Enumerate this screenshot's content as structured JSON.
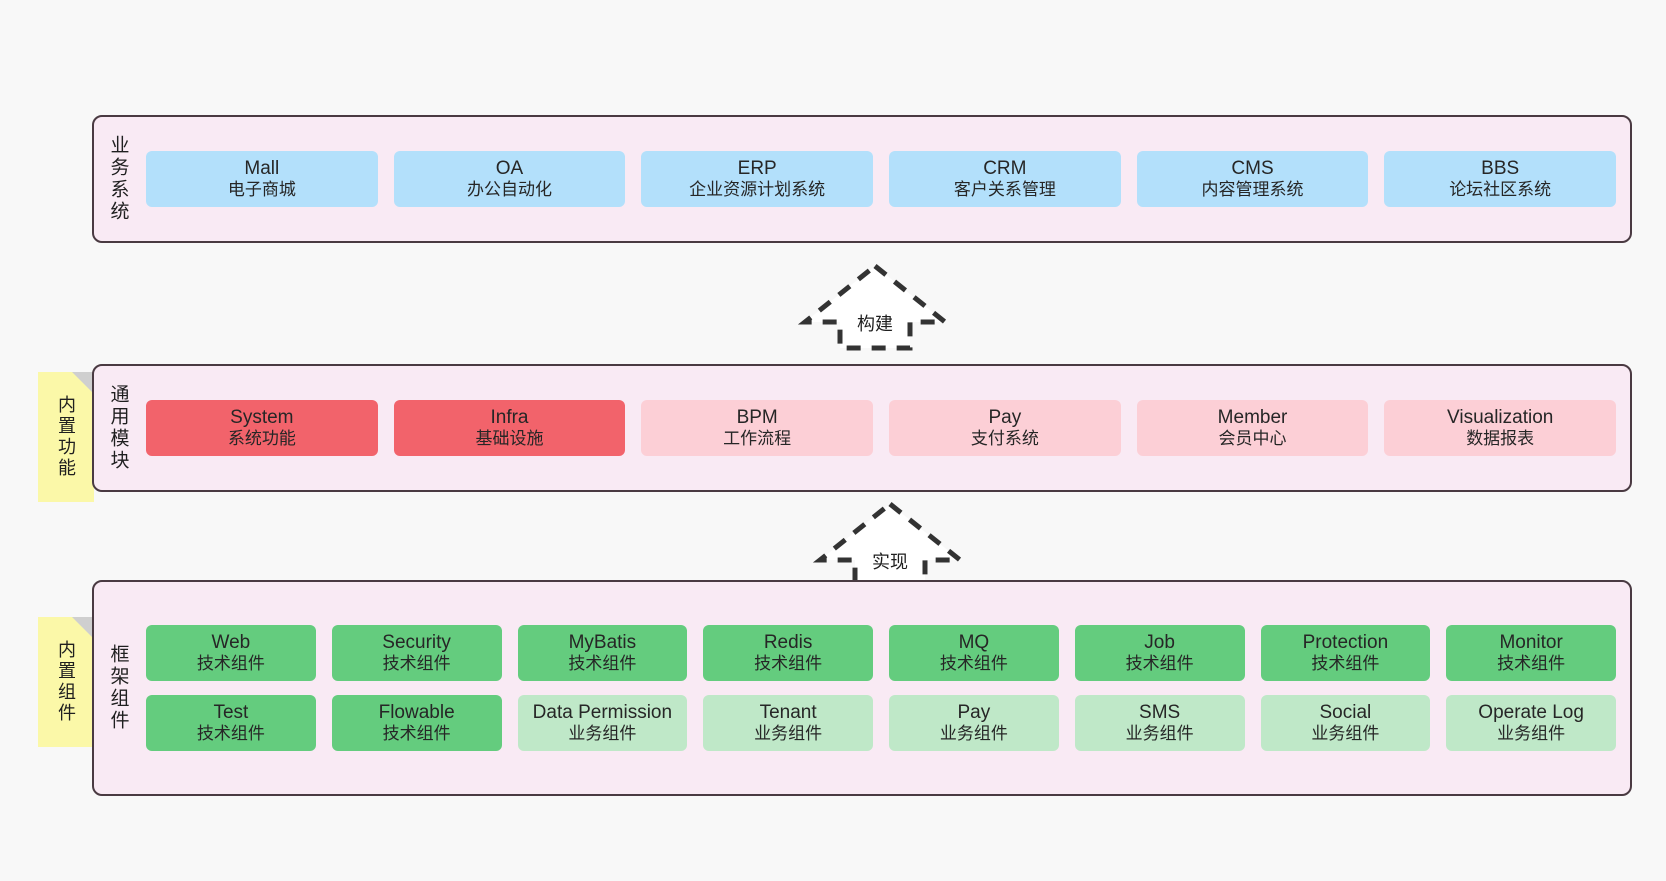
{
  "layers": [
    {
      "id": "business-systems",
      "title": "业务系统",
      "rows": [
        {
          "style": "c-blue",
          "cells": [
            {
              "name": "Mall",
              "sub": "电子商城"
            },
            {
              "name": "OA",
              "sub": "办公自动化"
            },
            {
              "name": "ERP",
              "sub": "企业资源计划系统"
            },
            {
              "name": "CRM",
              "sub": "客户关系管理"
            },
            {
              "name": "CMS",
              "sub": "内容管理系统"
            },
            {
              "name": "BBS",
              "sub": "论坛社区系统"
            }
          ]
        }
      ]
    },
    {
      "id": "common-modules",
      "title": "通用模块",
      "note": "内置功能",
      "rows": [
        {
          "cells": [
            {
              "name": "System",
              "sub": "系统功能",
              "style": "c-red"
            },
            {
              "name": "Infra",
              "sub": "基础设施",
              "style": "c-red"
            },
            {
              "name": "BPM",
              "sub": "工作流程",
              "style": "c-pink"
            },
            {
              "name": "Pay",
              "sub": "支付系统",
              "style": "c-pink"
            },
            {
              "name": "Member",
              "sub": "会员中心",
              "style": "c-pink"
            },
            {
              "name": "Visualization",
              "sub": "数据报表",
              "style": "c-pink"
            }
          ]
        }
      ]
    },
    {
      "id": "framework-components",
      "title": "框架组件",
      "note": "内置组件",
      "rows": [
        {
          "style": "c-green",
          "cells": [
            {
              "name": "Web",
              "sub": "技术组件"
            },
            {
              "name": "Security",
              "sub": "技术组件"
            },
            {
              "name": "MyBatis",
              "sub": "技术组件"
            },
            {
              "name": "Redis",
              "sub": "技术组件"
            },
            {
              "name": "MQ",
              "sub": "技术组件"
            },
            {
              "name": "Job",
              "sub": "技术组件"
            },
            {
              "name": "Protection",
              "sub": "技术组件"
            },
            {
              "name": "Monitor",
              "sub": "技术组件"
            }
          ]
        },
        {
          "cells": [
            {
              "name": "Test",
              "sub": "技术组件",
              "style": "c-green"
            },
            {
              "name": "Flowable",
              "sub": "技术组件",
              "style": "c-green"
            },
            {
              "name": "Data Permission",
              "sub": "业务组件",
              "style": "c-lightgreen"
            },
            {
              "name": "Tenant",
              "sub": "业务组件",
              "style": "c-lightgreen"
            },
            {
              "name": "Pay",
              "sub": "业务组件",
              "style": "c-lightgreen"
            },
            {
              "name": "SMS",
              "sub": "业务组件",
              "style": "c-lightgreen"
            },
            {
              "name": "Social",
              "sub": "业务组件",
              "style": "c-lightgreen"
            },
            {
              "name": "Operate Log",
              "sub": "业务组件",
              "style": "c-lightgreen"
            }
          ]
        }
      ]
    }
  ],
  "connectors": [
    {
      "id": "build",
      "label": "构建"
    },
    {
      "id": "implement",
      "label": "实现"
    }
  ],
  "colors": {
    "panel_bg": "#f9eaf4",
    "panel_border": "#4a3a42",
    "blue": "#b3e0fb",
    "red": "#f2636b",
    "pink": "#fccfd6",
    "green": "#64cc7e",
    "light_green": "#bfe8c8",
    "note_yellow": "#fbf8a8",
    "note_fold": "#cfcfcf",
    "canvas": "#f8f8f8"
  }
}
